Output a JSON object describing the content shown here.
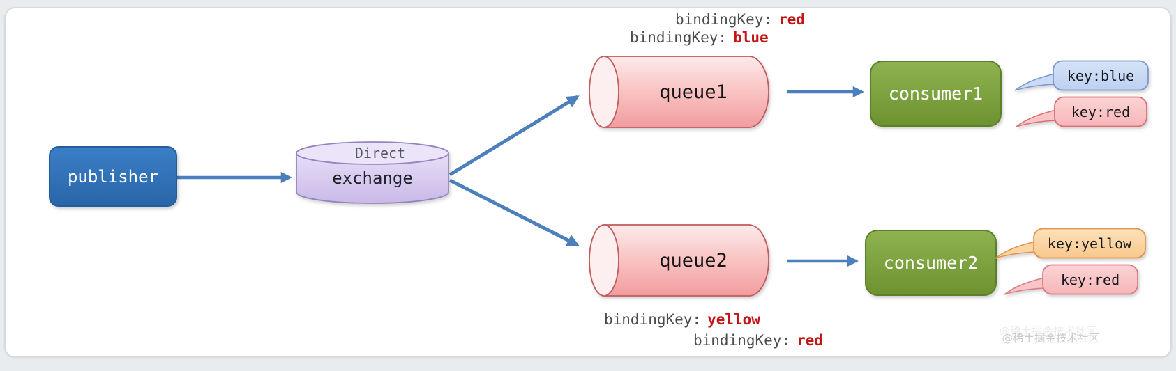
{
  "diagram": {
    "publisher": {
      "label": "publisher"
    },
    "exchange": {
      "kind": "Direct",
      "label": "exchange"
    },
    "queues": [
      {
        "label": "queue1"
      },
      {
        "label": "queue2"
      }
    ],
    "consumers": [
      {
        "label": "consumer1"
      },
      {
        "label": "consumer2"
      }
    ],
    "bindings": {
      "top": [
        {
          "prefix": "bindingKey:",
          "value": "red"
        },
        {
          "prefix": "bindingKey:",
          "value": "blue"
        }
      ],
      "bottom": [
        {
          "prefix": "bindingKey:",
          "value": "yellow"
        },
        {
          "prefix": "bindingKey:",
          "value": "red"
        }
      ]
    },
    "tags": {
      "consumer1": [
        {
          "label": "key:blue"
        },
        {
          "label": "key:red"
        }
      ],
      "consumer2": [
        {
          "label": "key:yellow"
        },
        {
          "label": "key:red"
        }
      ]
    },
    "colors": {
      "arrow": "#4b80bd",
      "publisher_fill": "#2e6fb2",
      "consumer_fill": "#7ca43a",
      "queue_fill": "#f9c2c2",
      "queue_border": "#c25a5c",
      "exchange_fill": "#dcd0f0",
      "exchange_border": "#9386c0",
      "binding_key_text": "#4c4c4c",
      "binding_value_text": "#c21515",
      "tag_blue_fill": "#c9dbf6",
      "tag_red_fill": "#f9c5c7",
      "tag_yellow_fill": "#fbd6a4"
    },
    "watermark": "@稀土掘金技术社区"
  }
}
